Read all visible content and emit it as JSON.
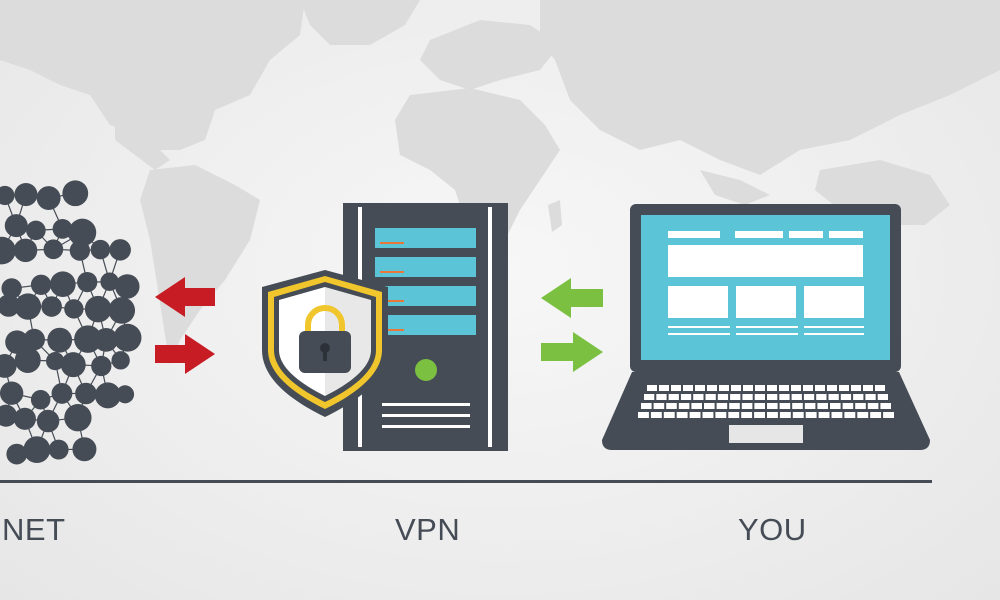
{
  "labels": {
    "internet": "NET",
    "vpn": "VPN",
    "you": "YOU"
  },
  "colors": {
    "map": "#dcdcdc",
    "dark": "#454c55",
    "panel": "#5bc4d7",
    "arrow_red": "#c81c24",
    "arrow_green": "#7cc042",
    "shield_gold": "#f0c62c",
    "light": "#ffffff"
  },
  "icons": {
    "network": "network-graph-icon",
    "server": "server-icon",
    "shield": "shield-lock-icon",
    "laptop": "laptop-icon"
  }
}
